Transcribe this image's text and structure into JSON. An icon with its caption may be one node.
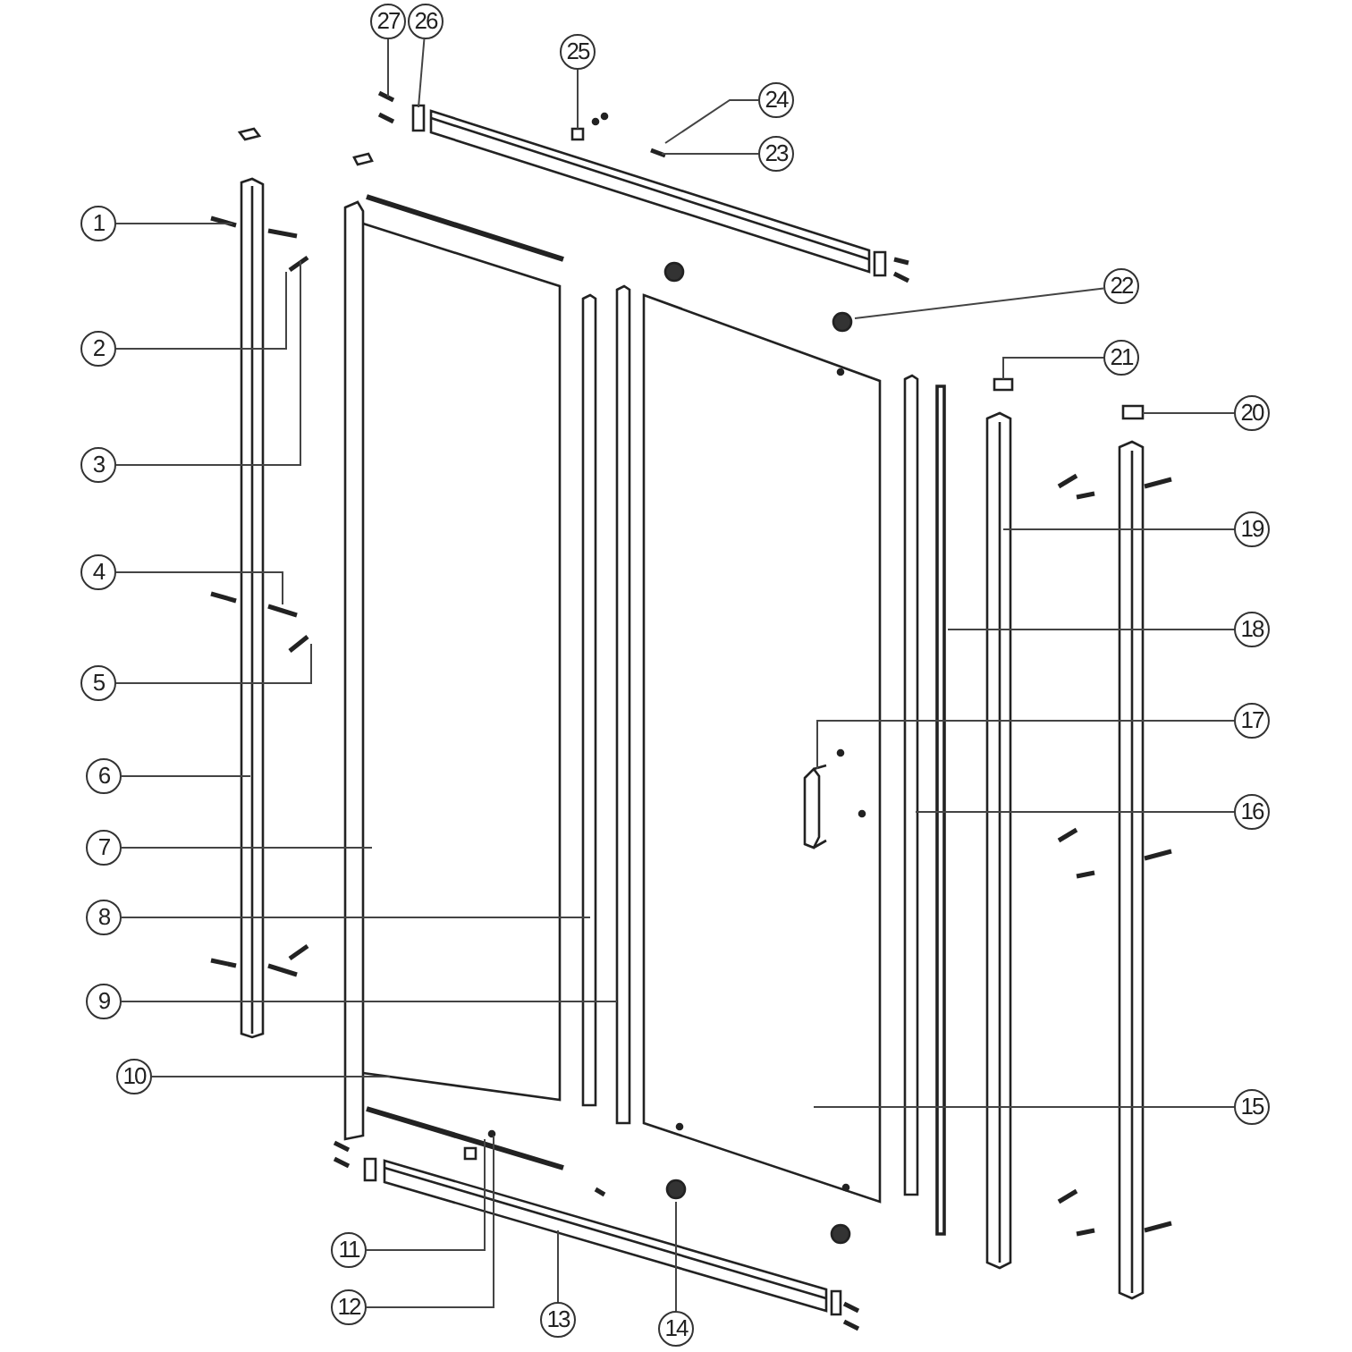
{
  "diagram": {
    "nodes": [
      {
        "text": [
          "1"
        ]
      },
      {
        "text": [
          "2"
        ]
      },
      {
        "text": [
          "3"
        ]
      },
      {
        "text": [
          "4"
        ]
      },
      {
        "text": [
          "5"
        ]
      },
      {
        "text": [
          "6"
        ]
      },
      {
        "text": [
          "7"
        ]
      },
      {
        "text": [
          "8"
        ]
      },
      {
        "text": [
          "9"
        ]
      },
      {
        "text": [
          "10"
        ]
      },
      {
        "text": [
          "11"
        ]
      },
      {
        "text": [
          "12"
        ]
      },
      {
        "text": [
          "13"
        ]
      },
      {
        "text": [
          "14"
        ]
      },
      {
        "text": [
          "15"
        ]
      },
      {
        "text": [
          "16"
        ]
      },
      {
        "text": [
          "17"
        ]
      },
      {
        "text": [
          "18"
        ]
      },
      {
        "text": [
          "19"
        ]
      },
      {
        "text": [
          "20"
        ]
      },
      {
        "text": [
          "21"
        ]
      },
      {
        "text": [
          "22"
        ]
      },
      {
        "text": [
          "23"
        ]
      },
      {
        "text": [
          "24"
        ]
      },
      {
        "text": [
          "25"
        ]
      },
      {
        "text": [
          "26"
        ]
      },
      {
        "text": [
          "27"
        ]
      }
    ],
    "edges": [
      {
        "from": 0,
        "to": null,
        "arrow": "none"
      },
      {
        "from": 1,
        "to": null,
        "arrow": "none"
      },
      {
        "from": 2,
        "to": null,
        "arrow": "none"
      },
      {
        "from": 3,
        "to": null,
        "arrow": "none"
      },
      {
        "from": 4,
        "to": null,
        "arrow": "none"
      },
      {
        "from": 5,
        "to": null,
        "arrow": "none"
      },
      {
        "from": 6,
        "to": null,
        "arrow": "none"
      },
      {
        "from": 7,
        "to": null,
        "arrow": "none"
      },
      {
        "from": 8,
        "to": null,
        "arrow": "none"
      },
      {
        "from": 9,
        "to": null,
        "arrow": "none"
      },
      {
        "from": 10,
        "to": null,
        "arrow": "none"
      },
      {
        "from": 11,
        "to": null,
        "arrow": "none"
      },
      {
        "from": 12,
        "to": null,
        "arrow": "none"
      },
      {
        "from": 13,
        "to": null,
        "arrow": "none"
      },
      {
        "from": 14,
        "to": null,
        "arrow": "none"
      },
      {
        "from": 15,
        "to": null,
        "arrow": "none"
      },
      {
        "from": 16,
        "to": null,
        "arrow": "none"
      },
      {
        "from": 17,
        "to": null,
        "arrow": "none"
      },
      {
        "from": 18,
        "to": null,
        "arrow": "none"
      },
      {
        "from": 19,
        "to": null,
        "arrow": "none"
      },
      {
        "from": 20,
        "to": null,
        "arrow": "none"
      },
      {
        "from": 21,
        "to": null,
        "arrow": "none"
      },
      {
        "from": 22,
        "to": null,
        "arrow": "none"
      },
      {
        "from": 23,
        "to": null,
        "arrow": "none"
      },
      {
        "from": 24,
        "to": null,
        "arrow": "none"
      },
      {
        "from": 25,
        "to": null,
        "arrow": "none"
      },
      {
        "from": 26,
        "to": null,
        "arrow": "none"
      }
    ]
  }
}
